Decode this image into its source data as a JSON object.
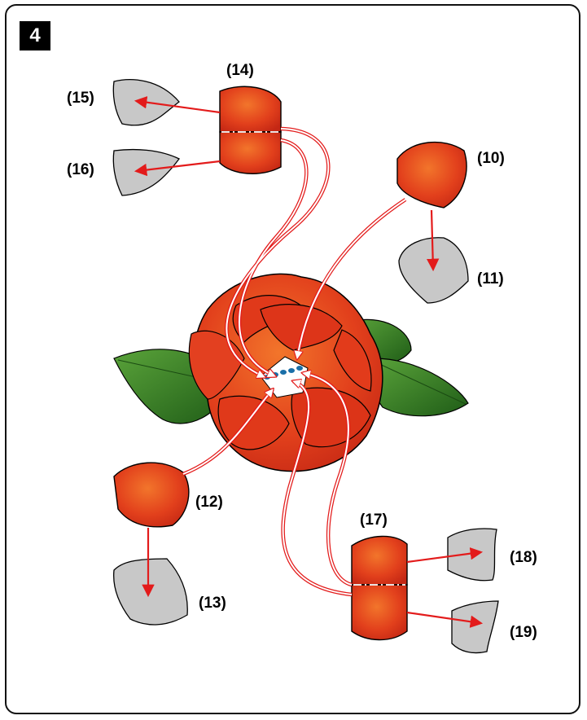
{
  "step_number": "4",
  "labels": {
    "p10": "(10)",
    "p11": "(11)",
    "p12": "(12)",
    "p13": "(13)",
    "p14": "(14)",
    "p15": "(15)",
    "p16": "(16)",
    "p17": "(17)",
    "p18": "(18)",
    "p19": "(19)"
  },
  "colors": {
    "petal_fill": "#e2361a",
    "petal_highlight": "#f07a2a",
    "template_gray": "#c8c8c8",
    "leaf_green": "#3f8a2a",
    "leaf_dark": "#1e5a16",
    "arrow_red": "#e31b1b",
    "center_dots": "#1a6fa8"
  }
}
